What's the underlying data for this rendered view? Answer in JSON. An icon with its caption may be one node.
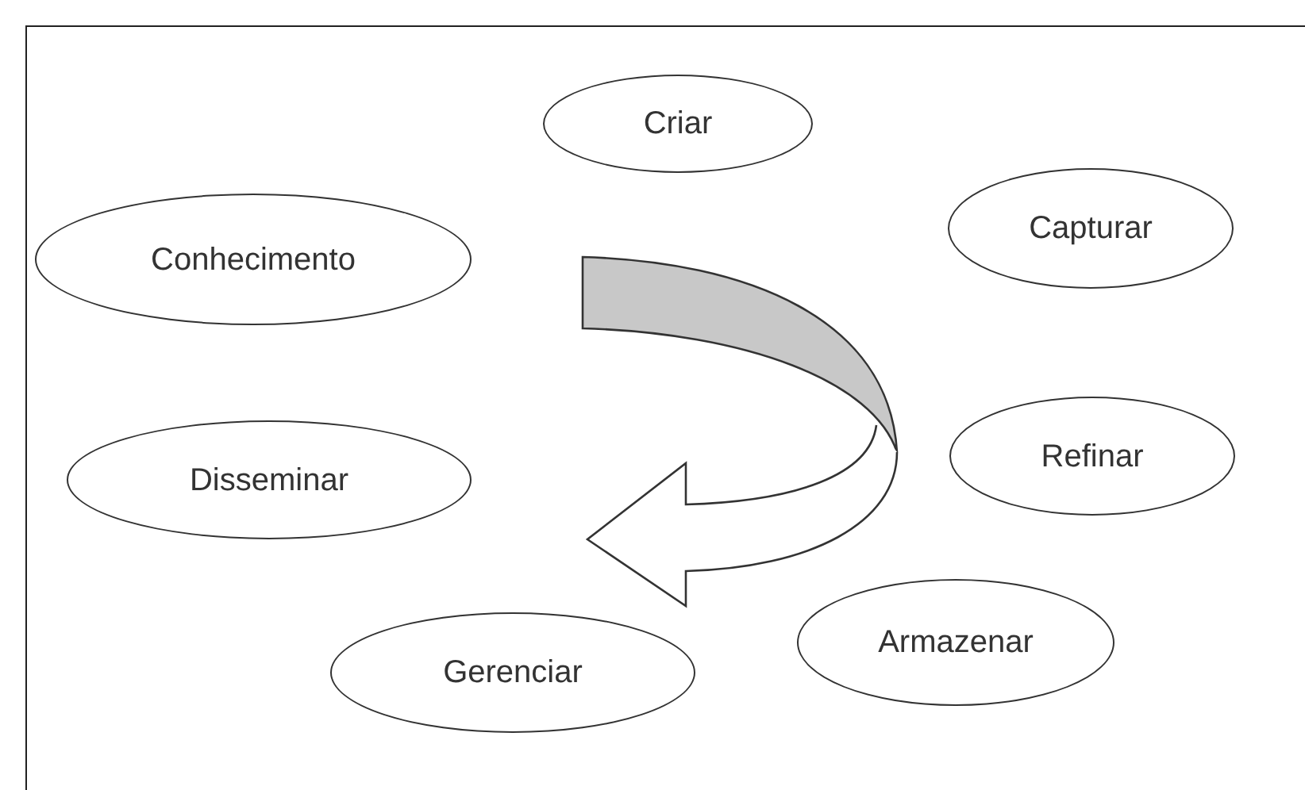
{
  "diagram": {
    "nodes": [
      {
        "text": [
          "Criar"
        ]
      },
      {
        "text": [
          "Capturar"
        ]
      },
      {
        "text": [
          "Conhecimento"
        ]
      },
      {
        "text": [
          "Refinar"
        ]
      },
      {
        "text": [
          "Disseminar"
        ]
      },
      {
        "text": [
          "Armazenar"
        ]
      },
      {
        "text": [
          "Gerenciar"
        ]
      }
    ]
  }
}
